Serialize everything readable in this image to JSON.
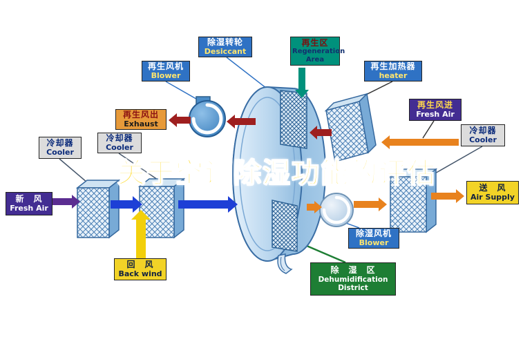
{
  "title": {
    "text": "关于空调除湿功能的评估",
    "color": "#FFD400"
  },
  "labels": {
    "regen_blower": {
      "zh": "再生风机",
      "en": "Blower"
    },
    "desiccant_wheel": {
      "zh": "除湿转轮",
      "en": "Desiccant"
    },
    "regeneration_area": {
      "zh": "再生区",
      "en": "Regeneration Area"
    },
    "regen_heater": {
      "zh": "再生加热器",
      "en": "heater"
    },
    "regen_air_out": {
      "zh": "再生风出",
      "en": "Exhaust"
    },
    "regen_air_in": {
      "zh": "再生风进",
      "en": "Fresh Air"
    },
    "cooler_far_left": {
      "zh": "冷却器",
      "en": "Cooler"
    },
    "cooler_left": {
      "zh": "冷却器",
      "en": "Cooler"
    },
    "cooler_right": {
      "zh": "冷却器",
      "en": "Cooler"
    },
    "fresh_air": {
      "zh": "新　风",
      "en": "Fresh Air"
    },
    "air_supply": {
      "zh": "送　风",
      "en": "Air Supply"
    },
    "back_wind": {
      "zh": "回　风",
      "en": "Back wind"
    },
    "dehumid_blower": {
      "zh": "除湿风机",
      "en": "Blower"
    },
    "dehumid_district": {
      "zh": "除　湿　区",
      "en": "Dehumidification District"
    }
  },
  "colors": {
    "label_blue": "#2f72c4",
    "label_teal": "#00917c",
    "label_orange": "#e79a3a",
    "label_purple": "#432d92",
    "label_gray": "#dcdcdc",
    "label_yellow": "#f2d327",
    "label_green": "#1e7e34",
    "arrow_blue": "#1d3fd6",
    "arrow_purple": "#5b2d91",
    "arrow_yellow": "#f2cf0a",
    "arrow_darkred": "#9e1f1f",
    "arrow_orange": "#e8821e",
    "arrow_teal": "#00917c",
    "wheel_blue": "#9cc4e4",
    "title_yellow": "#FFD400"
  }
}
